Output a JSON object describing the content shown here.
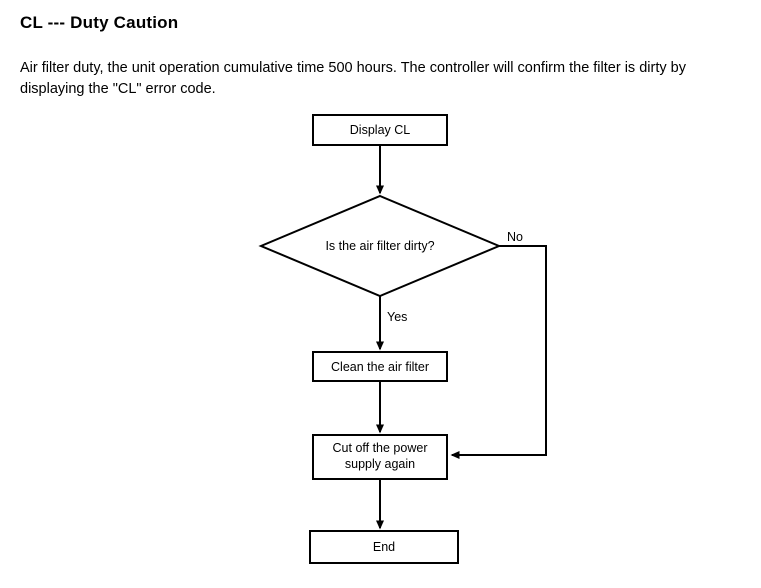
{
  "page": {
    "title": "CL --- Duty Caution",
    "paragraph": "Air filter duty, the unit operation cumulative time 500 hours. The controller will confirm the filter is dirty by displaying the \"CL\" error code."
  },
  "flowchart": {
    "nodes": {
      "display_cl": "Display CL",
      "decision": "Is the air filter dirty?",
      "clean_filter": "Clean the air filter",
      "cut_power_line1": "Cut off the power",
      "cut_power_line2": "supply again",
      "end": "End"
    },
    "edge_labels": {
      "no": "No",
      "yes": "Yes"
    }
  },
  "colors": {
    "stroke": "#000000",
    "fill": "#ffffff",
    "text": "#000000",
    "background": "#ffffff"
  }
}
